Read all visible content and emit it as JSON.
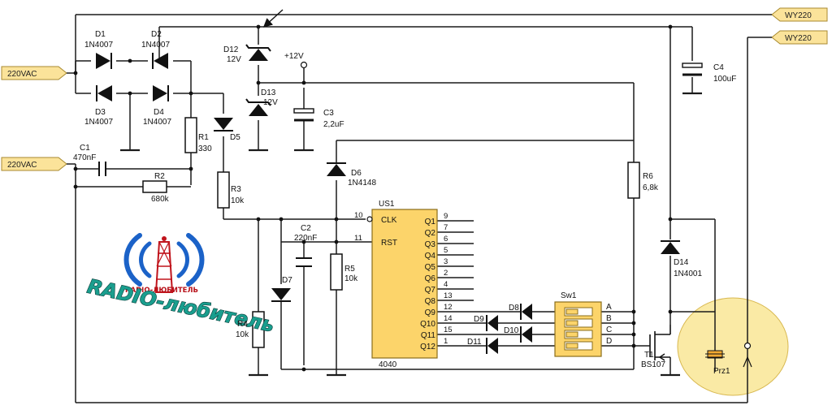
{
  "labels": {
    "in_top": "220VAC",
    "in_bottom": "220VAC",
    "out_top": "WY220",
    "out_bottom": "WY220",
    "plus12": "+12V"
  },
  "components": {
    "D1": {
      "ref": "D1",
      "value": "1N4007"
    },
    "D2": {
      "ref": "D2",
      "value": "1N4007"
    },
    "D3": {
      "ref": "D3",
      "value": "1N4007"
    },
    "D4": {
      "ref": "D4",
      "value": "1N4007"
    },
    "D5": {
      "ref": "D5"
    },
    "D6": {
      "ref": "D6",
      "value": "1N4148"
    },
    "D7": {
      "ref": "D7"
    },
    "D8": {
      "ref": "D8"
    },
    "D9": {
      "ref": "D9"
    },
    "D10": {
      "ref": "D10"
    },
    "D11": {
      "ref": "D11"
    },
    "D12": {
      "ref": "D12",
      "value": "12V"
    },
    "D13": {
      "ref": "D13",
      "value": "12V"
    },
    "D14": {
      "ref": "D14",
      "value": "1N4001"
    },
    "C1": {
      "ref": "C1",
      "value": "470nF"
    },
    "C2": {
      "ref": "C2",
      "value": "220nF"
    },
    "C3": {
      "ref": "C3",
      "value": "2,2uF"
    },
    "C4": {
      "ref": "C4",
      "value": "100uF"
    },
    "R1": {
      "ref": "R1",
      "value": "330"
    },
    "R2": {
      "ref": "R2",
      "value": "680k"
    },
    "R3": {
      "ref": "R3",
      "value": "10k"
    },
    "R4": {
      "ref": "R4",
      "value": "10k"
    },
    "R5": {
      "ref": "R5",
      "value": "10k"
    },
    "R6": {
      "ref": "R6",
      "value": "6,8k"
    },
    "T1": {
      "ref": "T1",
      "value": "BS107"
    },
    "Prz1": {
      "ref": "Prz1"
    },
    "Sw1": {
      "ref": "Sw1"
    },
    "US1": {
      "ref": "US1",
      "value": "4040"
    }
  },
  "ic": {
    "input_pins": [
      {
        "num": "10",
        "name": "CLK"
      },
      {
        "num": "11",
        "name": "RST"
      }
    ],
    "output_pins": [
      {
        "num": "9",
        "name": "Q1"
      },
      {
        "num": "7",
        "name": "Q2"
      },
      {
        "num": "6",
        "name": "Q3"
      },
      {
        "num": "5",
        "name": "Q4"
      },
      {
        "num": "3",
        "name": "Q5"
      },
      {
        "num": "2",
        "name": "Q6"
      },
      {
        "num": "4",
        "name": "Q7"
      },
      {
        "num": "13",
        "name": "Q8"
      },
      {
        "num": "12",
        "name": "Q9"
      },
      {
        "num": "14",
        "name": "Q10"
      },
      {
        "num": "15",
        "name": "Q11"
      },
      {
        "num": "1",
        "name": "Q12"
      }
    ]
  },
  "switch": {
    "positions": [
      "A",
      "B",
      "C",
      "D"
    ]
  },
  "logo": {
    "small_text": "RADIO-ЛЮБИТЕЛЬ",
    "big_text": "RADIO-любитель"
  },
  "colors": {
    "ic_fill": "#fcd46a",
    "ic_stroke": "#8a6d1a",
    "tag_fill": "#fbe39a",
    "relay_fill": "#faeaa5",
    "wire": "#1a1a1a",
    "logo_blue": "#1b62c8",
    "logo_red": "#c0141c",
    "logo_teal": "#1a9e8e"
  }
}
